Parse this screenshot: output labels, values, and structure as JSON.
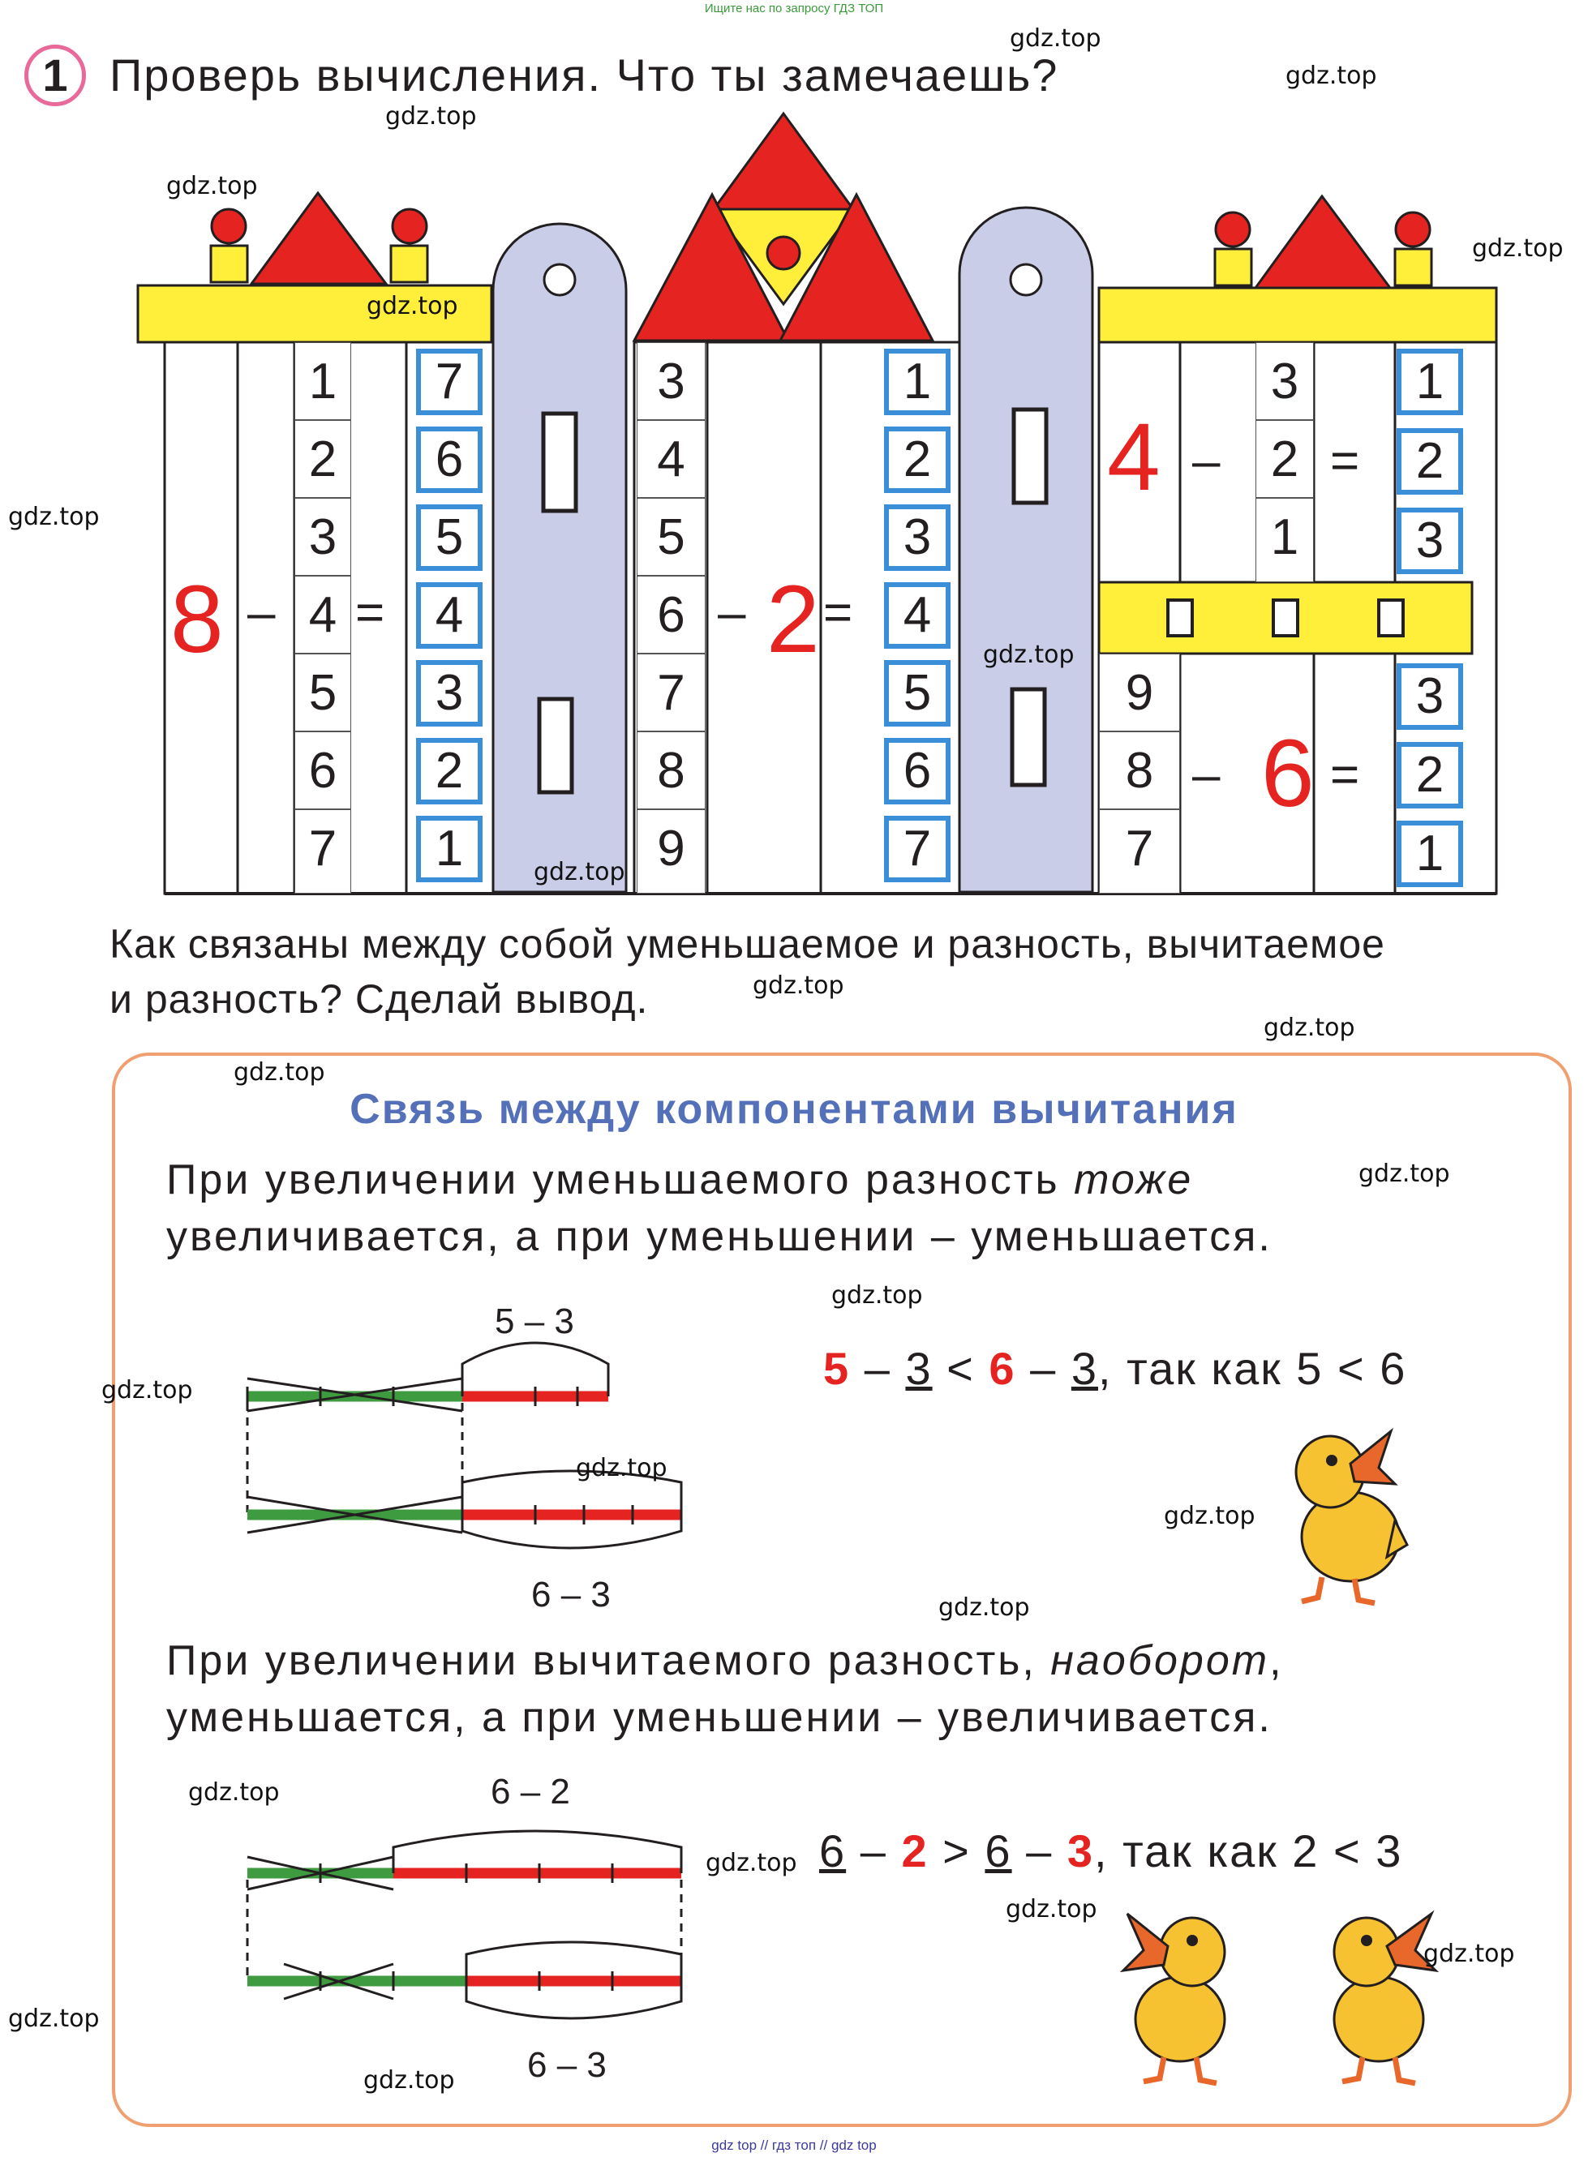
{
  "watermark_top": "Ищите нас по запросу ГДЗ ТОП",
  "watermark_bottom": "gdz top  //  гдз топ  //  gdz top",
  "watermark": "gdz.top",
  "task_number": "1",
  "heading": "Проверь вычисления. Что ты замечаешь?",
  "castle": {
    "tower1": {
      "minuend": "8",
      "subtrahends": [
        "1",
        "2",
        "3",
        "4",
        "5",
        "6",
        "7"
      ],
      "differences": [
        "7",
        "6",
        "5",
        "4",
        "3",
        "2",
        "1"
      ]
    },
    "tower2": {
      "minuends": [
        "3",
        "4",
        "5",
        "6",
        "7",
        "8",
        "9"
      ],
      "subtrahend": "2",
      "differences": [
        "1",
        "2",
        "3",
        "4",
        "5",
        "6",
        "7"
      ]
    },
    "tower3": {
      "minuend": "4",
      "subtrahends": [
        "3",
        "2",
        "1"
      ],
      "differences": [
        "1",
        "2",
        "3"
      ]
    },
    "tower4": {
      "minuends": [
        "9",
        "8",
        "7"
      ],
      "subtrahend": "6",
      "differences": [
        "3",
        "2",
        "1"
      ]
    },
    "minus": "–",
    "equals": "="
  },
  "question": {
    "line1": "Как связаны между собой уменьшаемое и разность, вычитаемое",
    "line2": "и разность? Сделай вывод."
  },
  "rule_box": {
    "title": "Связь между компонентами вычитания",
    "rule1": {
      "line1_start": "При увеличении уменьшаемого разность ",
      "line1_italic": "тоже",
      "line2": "увеличивается, а при уменьшении – уменьшается.",
      "label_top": "5 – 3",
      "label_bottom": "6 – 3",
      "expr": {
        "a": "5",
        "op1": "–",
        "b": "3",
        "cmp": "<",
        "c": "6",
        "op2": "–",
        "d": "3",
        "tail": ", так как 5 < 6"
      }
    },
    "rule2": {
      "line1_start": "При увеличении вычитаемого разность, ",
      "line1_italic": "наоборот",
      "line1_end": ",",
      "line2": "уменьшается, а при уменьшении – увеличивается.",
      "label_top": "6 – 2",
      "label_bottom": "6 – 3",
      "expr": {
        "a": "6",
        "op1": "–",
        "b": "2",
        "cmp": ">",
        "c": "6",
        "op2": "–",
        "d": "3",
        "tail": ", так как 2 < 3"
      }
    }
  },
  "colors": {
    "red": "#e52421",
    "yellow": "#ffef3a",
    "blue_box": "#3a8fd8",
    "lavender": "#c9cde8",
    "pink": "#e8699a",
    "title_blue": "#5470b8",
    "green_bar": "#3f9b3f",
    "orange_border": "#f0a070"
  }
}
